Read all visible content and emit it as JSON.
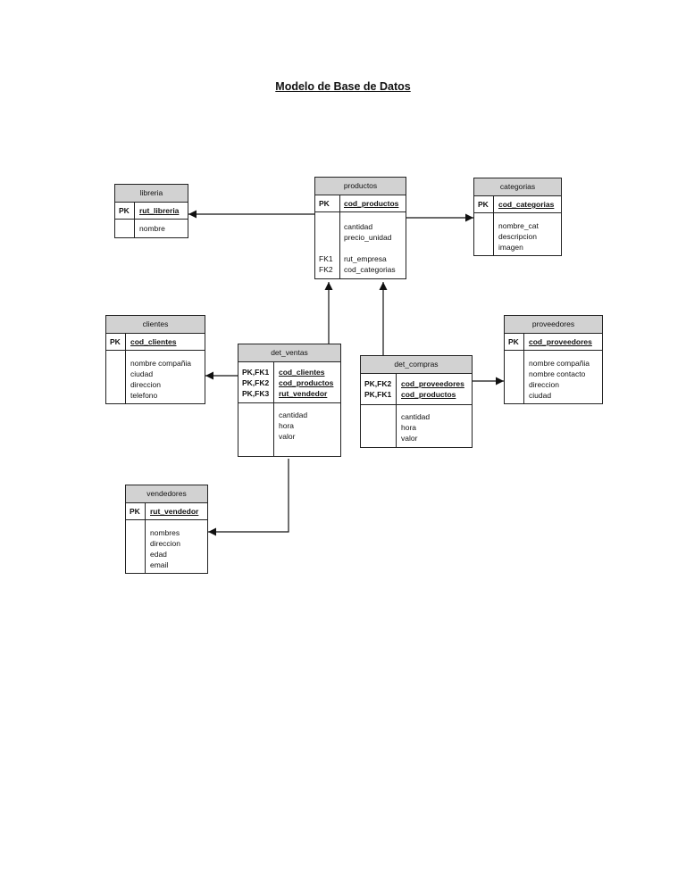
{
  "title": "Modelo de Base de Datos",
  "entities": {
    "libreria": {
      "name": "libreria",
      "pk_keys": [
        "PK"
      ],
      "pk_fields": [
        "rut_libreria"
      ],
      "fields": [
        "nombre"
      ]
    },
    "productos": {
      "name": "productos",
      "pk_keys": [
        "PK"
      ],
      "pk_fields": [
        "cod_productos"
      ],
      "fields": [
        "cantidad",
        "precio_unidad",
        "",
        "rut_empresa",
        "cod_categorias"
      ],
      "fk_keys": [
        "",
        "",
        "",
        "FK1",
        "FK2"
      ]
    },
    "categorias": {
      "name": "categorias",
      "pk_keys": [
        "PK"
      ],
      "pk_fields": [
        "cod_categorias"
      ],
      "fields": [
        "nombre_cat",
        "descripcion",
        "imagen"
      ]
    },
    "clientes": {
      "name": "clientes",
      "pk_keys": [
        "PK"
      ],
      "pk_fields": [
        "cod_clientes"
      ],
      "fields": [
        "nombre compañia",
        "ciudad",
        "direccion",
        "telefono"
      ]
    },
    "det_ventas": {
      "name": "det_ventas",
      "pk_keys": [
        "PK,FK1",
        "PK,FK2",
        "PK,FK3"
      ],
      "pk_fields": [
        "cod_clientes",
        "cod_productos",
        "rut_vendedor"
      ],
      "fields": [
        "cantidad",
        "hora",
        "valor"
      ]
    },
    "det_compras": {
      "name": "det_compras",
      "pk_keys": [
        "PK,FK2",
        "PK,FK1"
      ],
      "pk_fields": [
        "cod_proveedores",
        "cod_productos"
      ],
      "fields": [
        "cantidad",
        "hora",
        "valor"
      ]
    },
    "proveedores": {
      "name": "proveedores",
      "pk_keys": [
        "PK"
      ],
      "pk_fields": [
        "cod_proveedores"
      ],
      "fields": [
        "nombre compañia",
        "nombre contacto",
        "direccion",
        "ciudad"
      ]
    },
    "vendedores": {
      "name": "vendedores",
      "pk_keys": [
        "PK"
      ],
      "pk_fields": [
        "rut_vendedor"
      ],
      "fields": [
        "nombres",
        "direccion",
        "edad",
        "email"
      ]
    }
  },
  "relationships": [
    {
      "from": "productos",
      "to": "libreria"
    },
    {
      "from": "productos",
      "to": "categorias"
    },
    {
      "from": "det_ventas",
      "to": "productos"
    },
    {
      "from": "det_compras",
      "to": "productos"
    },
    {
      "from": "det_ventas",
      "to": "clientes"
    },
    {
      "from": "det_compras",
      "to": "proveedores"
    },
    {
      "from": "det_ventas",
      "to": "vendedores"
    }
  ]
}
